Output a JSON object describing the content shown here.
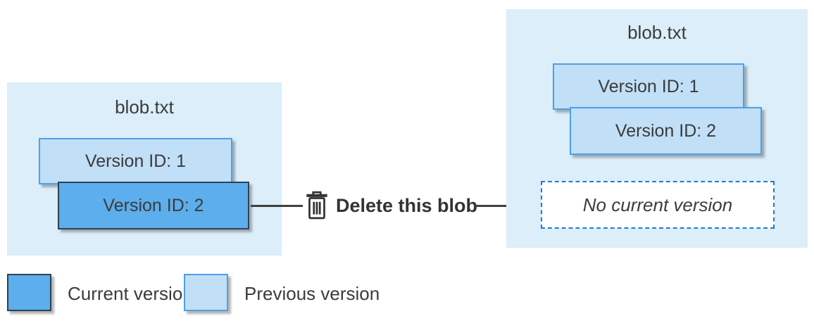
{
  "colors": {
    "container_fill": "#dbeef9",
    "previous_fill": "#c1dff7",
    "previous_border": "#4ba0e8",
    "current_fill": "#5caeec",
    "current_border": "#2e4254",
    "dashed_border": "#1e7ad4",
    "text": "#3b3b3b",
    "arrow": "#404040"
  },
  "before": {
    "title": "blob.txt",
    "versions": [
      {
        "label": "Version ID: 1",
        "state": "previous"
      },
      {
        "label": "Version ID: 2",
        "state": "current"
      }
    ]
  },
  "action": {
    "label": "Delete this blob",
    "icon": "trash-icon"
  },
  "after": {
    "title": "blob.txt",
    "versions": [
      {
        "label": "Version ID: 1",
        "state": "previous"
      },
      {
        "label": "Version ID: 2",
        "state": "previous"
      }
    ],
    "empty_state": "No current version"
  },
  "legend": {
    "items": [
      {
        "label": "Current version",
        "swatch": "current"
      },
      {
        "label": "Previous version",
        "swatch": "previous"
      }
    ]
  }
}
